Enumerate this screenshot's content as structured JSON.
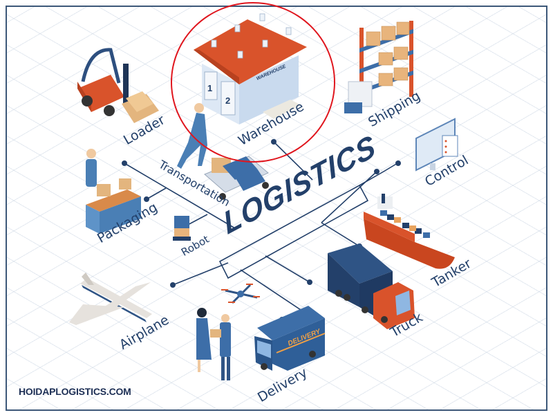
{
  "diagram": {
    "title": "LOGISTICS",
    "nodes": [
      {
        "id": "loader",
        "label": "Loader",
        "icon": "forklift-icon"
      },
      {
        "id": "warehouse",
        "label": "Warehouse",
        "icon": "warehouse-icon",
        "highlighted": true
      },
      {
        "id": "shipping",
        "label": "Shipping",
        "icon": "shelving-boxes-icon"
      },
      {
        "id": "control",
        "label": "Control",
        "icon": "monitor-dashboard-icon"
      },
      {
        "id": "packaging",
        "label": "Packaging",
        "icon": "packing-worker-icon"
      },
      {
        "id": "transportation",
        "label": "Transportation",
        "icon": "hand-truck-worker-icon"
      },
      {
        "id": "robot",
        "label": "Robot",
        "icon": "robot-icon"
      },
      {
        "id": "tanker",
        "label": "Tanker",
        "icon": "cargo-ship-icon"
      },
      {
        "id": "truck",
        "label": "Truck",
        "icon": "truck-icon"
      },
      {
        "id": "airplane",
        "label": "Airplane",
        "icon": "airplane-icon"
      },
      {
        "id": "delivery",
        "label": "Delivery",
        "icon": "delivery-van-icon"
      }
    ],
    "building_sign": "WAREHOUSE",
    "door_numbers": [
      "1",
      "2"
    ],
    "van_sign": "DELIVERY",
    "highlight_color": "#e0161e",
    "text_color": "#23406a",
    "accent_orange": "#d9532b",
    "accent_blue": "#3d6ea8"
  },
  "footer": {
    "brand": "HOIDAPLOGISTICS.COM"
  }
}
